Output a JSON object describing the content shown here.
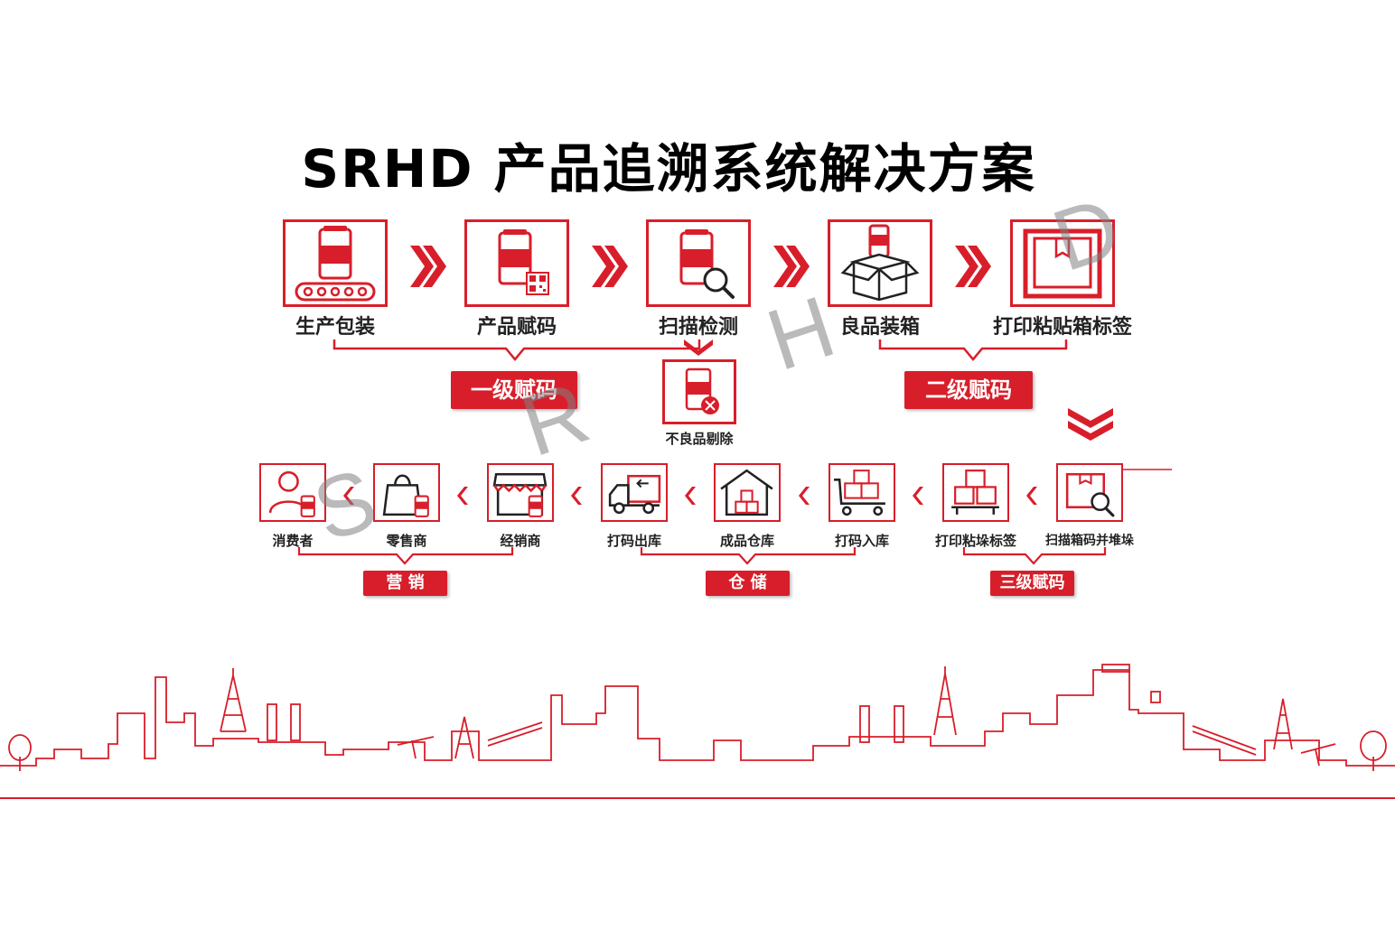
{
  "title": "SRHD 产品追溯系统解决方案",
  "top_steps": [
    {
      "label": "生产包装",
      "icon": "conveyor-can-icon"
    },
    {
      "label": "产品赋码",
      "icon": "can-qrcode-icon"
    },
    {
      "label": "扫描检测",
      "icon": "can-magnifier-icon"
    },
    {
      "label": "良品装箱",
      "icon": "can-in-box-icon"
    },
    {
      "label": "打印粘贴箱标签",
      "icon": "labeled-carton-icon"
    }
  ],
  "reject": {
    "label": "不良品剔除",
    "icon": "can-reject-icon"
  },
  "top_groups": [
    {
      "label": "一级赋码"
    },
    {
      "label": "二级赋码"
    }
  ],
  "bottom_steps": [
    {
      "label": "消费者",
      "icon": "consumer-icon"
    },
    {
      "label": "零售商",
      "icon": "shopping-bag-icon"
    },
    {
      "label": "经销商",
      "icon": "store-icon"
    },
    {
      "label": "打码出库",
      "icon": "delivery-truck-icon"
    },
    {
      "label": "成品仓库",
      "icon": "warehouse-icon"
    },
    {
      "label": "打码入库",
      "icon": "cart-boxes-icon"
    },
    {
      "label": "打印粘垛标签",
      "icon": "stacked-boxes-icon"
    },
    {
      "label": "扫描箱码并堆垛",
      "icon": "box-scan-icon"
    }
  ],
  "bottom_groups": [
    {
      "label": "营 销"
    },
    {
      "label": "仓 储"
    },
    {
      "label": "三级赋码"
    }
  ],
  "watermark": [
    "S",
    "R",
    "H",
    "D"
  ],
  "colors": {
    "accent": "#d81e2a",
    "text": "#222222"
  }
}
